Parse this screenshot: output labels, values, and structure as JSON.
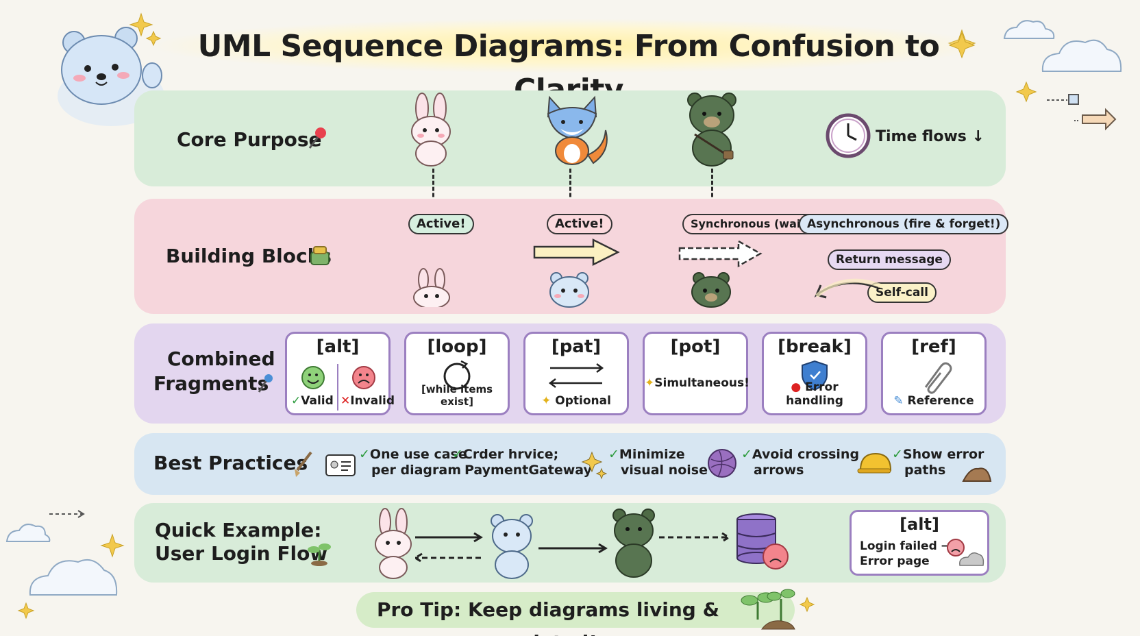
{
  "title": "UML Sequence Diagrams: From Confusion to Clarity",
  "rows": {
    "core_purpose": {
      "label": "Core Purpose",
      "time_note": "Time flows ↓"
    },
    "building_blocks": {
      "label": "Building Blocks",
      "active_1": "Active!",
      "active_2": "Active!",
      "sync": "Synchronous (waits!)",
      "async": "Asynchronous (fire & forget!)",
      "return_msg": "Return message",
      "self_call": "Self-call"
    },
    "combined_fragments": {
      "label_line1": "Combined",
      "label_line2": "Fragments",
      "fragments": [
        {
          "title": "[alt]",
          "sub_a": "Valid",
          "sub_b": "Invalid"
        },
        {
          "title": "[loop]",
          "sub": "[while items exist]"
        },
        {
          "title": "[pat]",
          "sub": "Optional"
        },
        {
          "title": "[pot]",
          "sub": "Simultaneous!"
        },
        {
          "title": "[break]",
          "sub": "Error handling"
        },
        {
          "title": "[ref]",
          "sub": "Reference"
        }
      ]
    },
    "best_practices": {
      "label": "Best Practices",
      "items": [
        {
          "line1": "One use case",
          "line2": "per diagram"
        },
        {
          "line1": "Crder hrvice;",
          "line2": "PaymentGateway"
        },
        {
          "line1": "Minimize",
          "line2": "visual noise"
        },
        {
          "line1": "Avoid crossing",
          "line2": "arrows"
        },
        {
          "line1": "Show error",
          "line2": "paths"
        }
      ]
    },
    "quick_example": {
      "label_line1": "Quick Example:",
      "label_line2": "User Login Flow",
      "alt_title": "[alt]",
      "alt_line1": "Login failed →",
      "alt_line2": "Error page"
    }
  },
  "pro_tip": "Pro Tip: Keep diagrams living & updated!",
  "colors": {
    "band_green": "#d8ecd9",
    "band_pink": "#f6d6dc",
    "band_purple": "#e3d6ef",
    "band_blue": "#d7e6f2",
    "frame_purple": "#9b7fc0",
    "check_green": "#2e9c3f"
  }
}
